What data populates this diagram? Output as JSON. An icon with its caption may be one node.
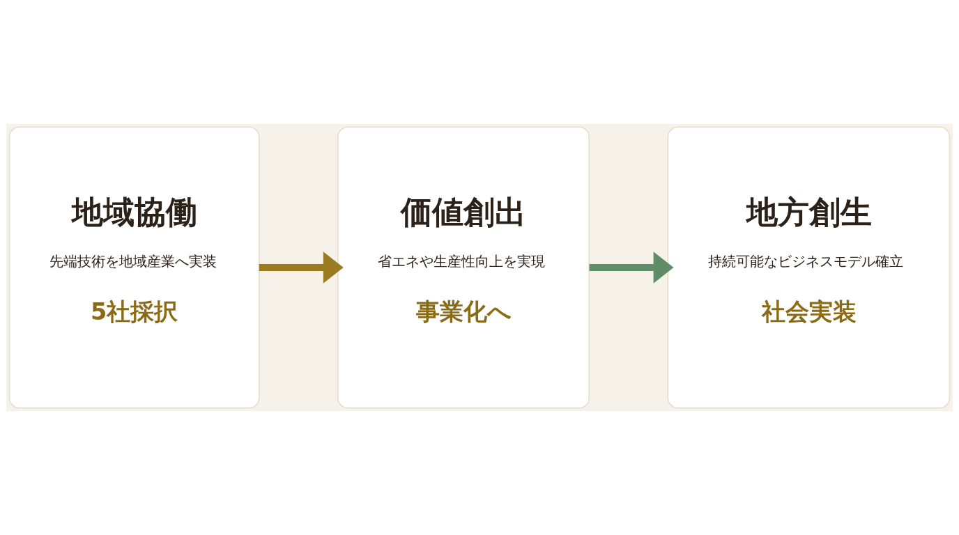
{
  "diagram": {
    "nodes": [
      {
        "text": [
          "地域協働",
          "先端技術を地域産業へ実装",
          "5社採択"
        ]
      },
      {
        "text": [
          "価値創出",
          "省エネや生産性向上を実現",
          "事業化へ"
        ]
      },
      {
        "text": [
          "地方創生",
          "持続可能なビジネスモデル確立",
          "社会実装"
        ]
      }
    ],
    "edges": [
      {
        "from": 0,
        "to": 1,
        "arrow": "to",
        "color": "#9a7b1f"
      },
      {
        "from": 1,
        "to": 2,
        "arrow": "to",
        "color": "#5f8b66"
      }
    ]
  }
}
